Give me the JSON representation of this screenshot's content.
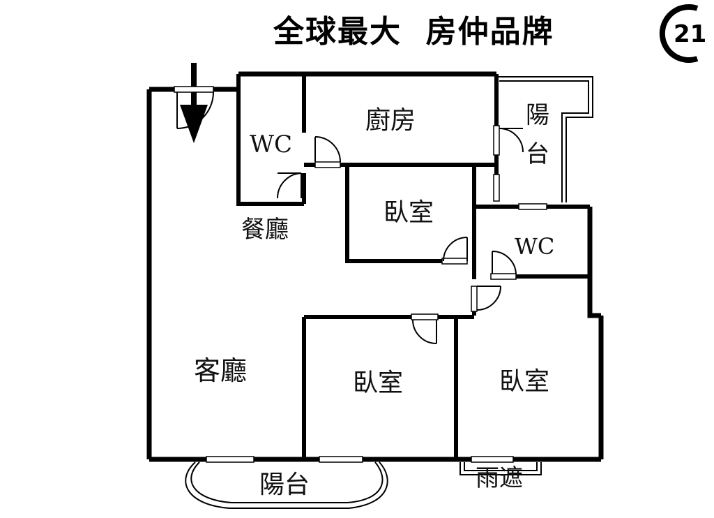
{
  "header": {
    "slogan": "全球最大  房仲品牌",
    "logo_text": "21"
  },
  "rooms": {
    "wc_top": "WC",
    "kitchen": "廚房",
    "balcony_top_line1": "陽",
    "balcony_top_line2": "台",
    "bedroom_upper": "臥室",
    "dining": "餐廳",
    "wc_mid": "WC",
    "living": "客廳",
    "bedroom_middle": "臥室",
    "bedroom_right": "臥室",
    "balcony_bottom": "陽台",
    "canopy": "雨遮"
  },
  "colors": {
    "wall": "#000000",
    "background": "#ffffff"
  }
}
